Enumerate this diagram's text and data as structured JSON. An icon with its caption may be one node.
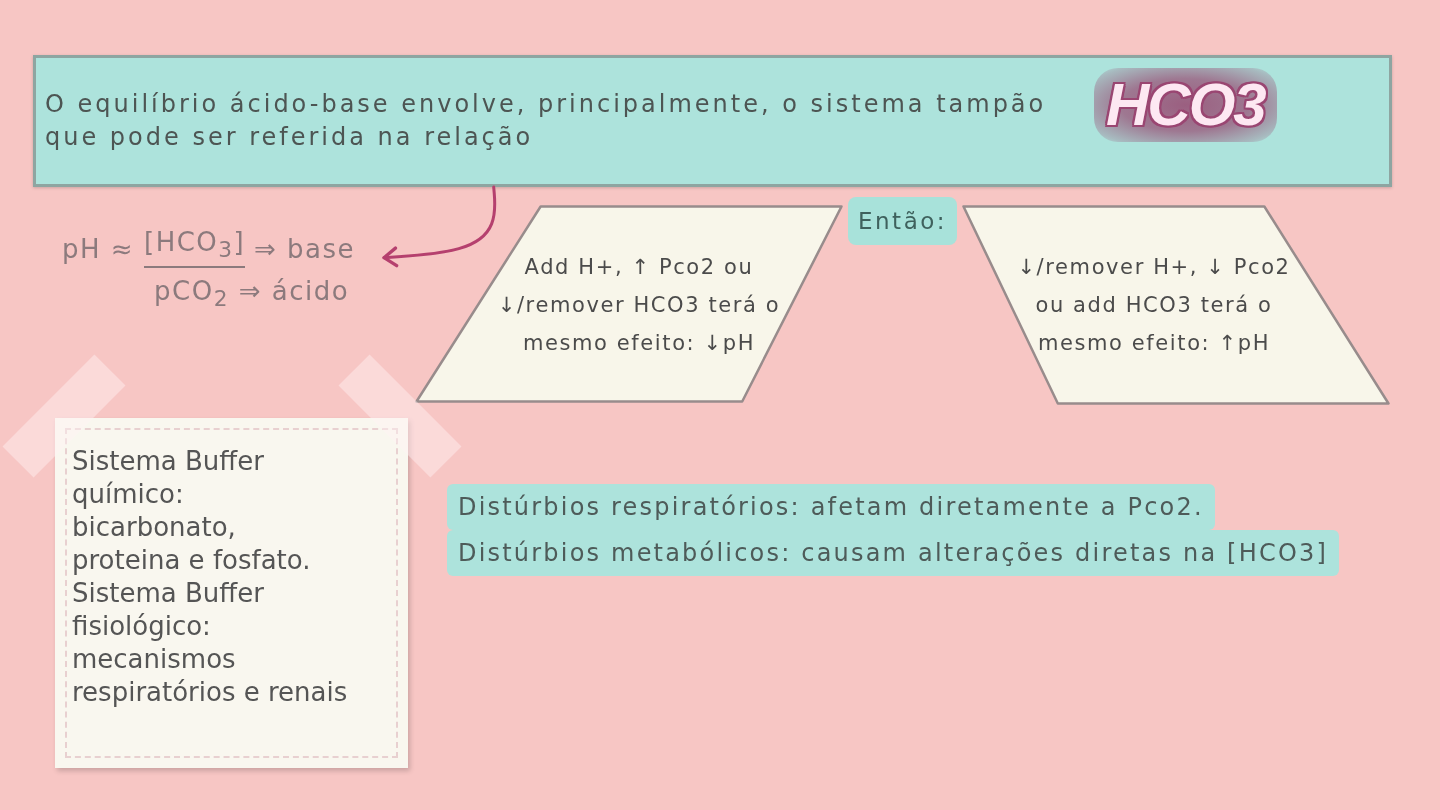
{
  "diagram": {
    "nodes": [
      {
        "text": [
          "O equilíbrio ácido-base envolve, principalmente, o sistema tampão que pode ser referida na relação",
          "HCO3"
        ]
      },
      {
        "text": [
          "pH ≈",
          "[HCO$_{3}$]",
          "⇒ base",
          "pCO$_{2}$ ⇒ ácido"
        ]
      },
      {
        "text": [
          "Então:"
        ]
      },
      {
        "text": [
          "Add H+, ↑ Pco2 ou ↓/remover HCO3 terá o mesmo efeito: ↓pH"
        ]
      },
      {
        "text": [
          "↓/remover H+, ↓ Pco2 ou add HCO3 terá o mesmo efeito: ↑pH"
        ]
      },
      {
        "text": [
          "Sistema Buffer químico: bicarbonato, proteina e fosfato. Sistema Buffer fisiológico: mecanismos respiratórios e renais"
        ]
      },
      {
        "text": [
          "Distúrbios respiratórios: afetam diretamente a Pco2."
        ]
      },
      {
        "text": [
          "Distúrbios metabólicos: causam alterações diretas na [HCO3]"
        ]
      }
    ],
    "edges": [
      {
        "from": 0,
        "to": 1,
        "arrow": "to"
      }
    ]
  }
}
